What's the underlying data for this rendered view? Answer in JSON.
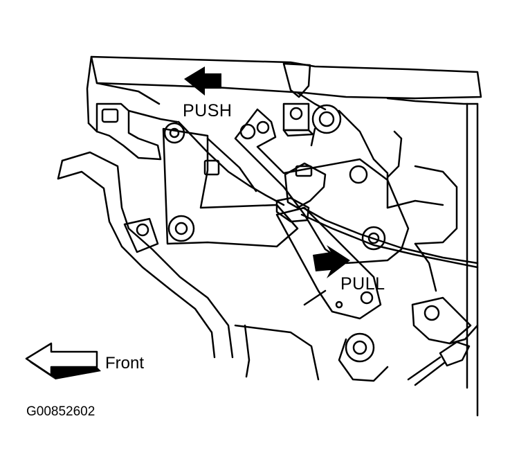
{
  "labels": {
    "push": "PUSH",
    "pull": "PULL",
    "front": "Front",
    "figure_id": "G00852602"
  },
  "colors": {
    "ink": "#000000",
    "background": "#ffffff"
  },
  "icons": {
    "push_arrow": "arrow-left-solid",
    "pull_arrow": "arrow-right-solid",
    "front_arrow": "arrow-left-outline"
  }
}
